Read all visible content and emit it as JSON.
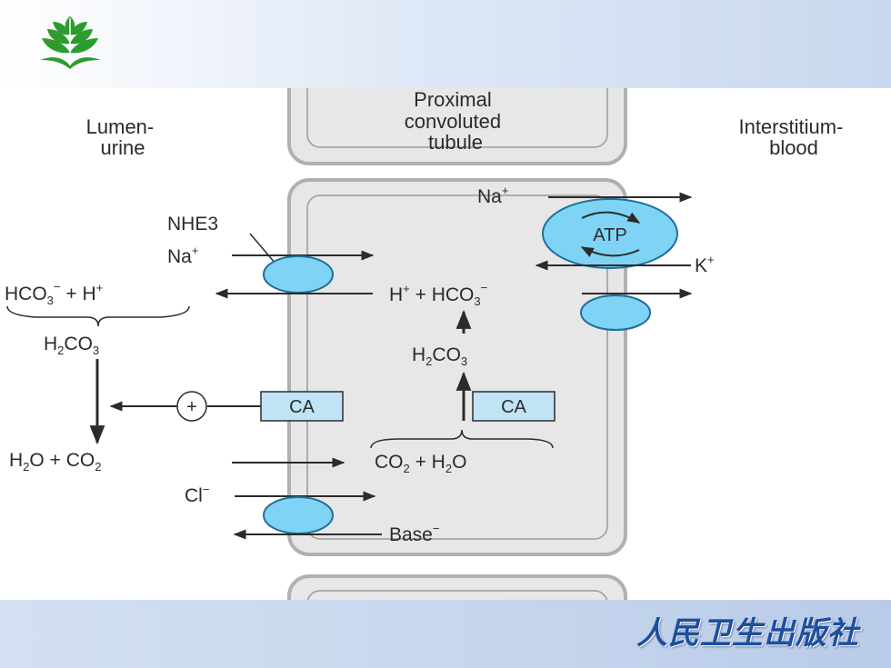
{
  "slide": {
    "background_top": "#dfe8f6",
    "background_bottom": "#c8d7ee",
    "publisher_text": "人民卫生出版社",
    "publisher_color": "#1b4fa0",
    "logo_icon": "green-leaf-emblem-icon"
  },
  "diagram": {
    "colors": {
      "transporter": "#7fd3f5",
      "ca_box": "#bfe4f6",
      "cell_fill": "#e7e7e7",
      "cell_stroke": "#b0b0b0"
    },
    "lumen_label_line1": "Lumen-",
    "lumen_label_line2": "urine",
    "interstitium_label_line1": "Interstitium-",
    "interstitium_label_line2": "blood",
    "tubule_label_line1": "Proximal",
    "tubule_label_line2": "convoluted",
    "tubule_label_line3": "tubule",
    "nhe3_label": "NHE3",
    "na_label": "Na",
    "k_label": "K",
    "cl_label": "Cl",
    "base_label": "Base",
    "atp_label": "ATP",
    "ca_label": "CA",
    "plus_sign": "+",
    "h_label": "H",
    "hco_label": "HCO",
    "h2co_label": "H",
    "co2_label": "CO",
    "h2o_label": "H",
    "sub_2": "2",
    "sub_3": "3",
    "sup_plus": "+",
    "sup_minus": "−",
    "o_label": "O",
    "co3_suffix": "CO",
    "plus_word": " + "
  }
}
